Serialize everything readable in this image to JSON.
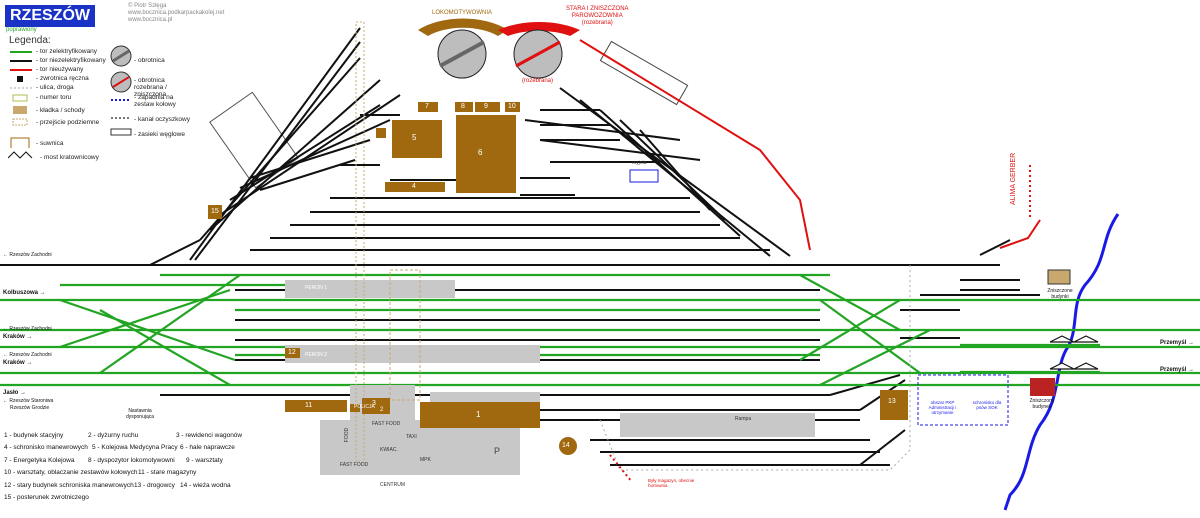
{
  "header": {
    "city": "RZESZÓW",
    "status": "poprawiony",
    "copyright_1": "© Piotr Szłęga",
    "copyright_2": "www.bocznica.podkarpackakolej.net",
    "copyright_3": "www.bocznica.pl"
  },
  "legend": {
    "title": "Legenda:",
    "items": [
      "- tor zelektryfikowany",
      "- tor niezelektryfikowany",
      "- tor nieużywany",
      "- zwrotnica ręczna",
      "- ulica, droga",
      "- numer toru",
      "- kładka / schody",
      "- przejście podziemne",
      "- suwnica",
      "- most kratownicowy",
      "- obrotnica",
      "- obrotnica rozebrana / zniszczona",
      "- zapadnia na zestaw kołowy",
      "- kanał oczyszkowy",
      "- zasieki węglowe"
    ]
  },
  "top_labels": {
    "lokomotywownia": "LOKOMOTYWOWNIA",
    "stara_1": "STARA I ZNISZCZONA",
    "stara_2": "PAROWOZOWNIA",
    "stara_3": "(rozebrana)",
    "rozebrana": "(rozebrana)",
    "alima": "ALIMA GERBER",
    "mydlnia": "myjnia"
  },
  "directions": {
    "rz_zach_1": "← Rzeszów Zachodni",
    "kolbuszowa": "Kolbuszowa →",
    "rz_zach_2": "← Rzeszów Zachodni",
    "krakow_1": "Kraków →",
    "rz_zach_3": "← Rzeszów Zachodni",
    "krakow_2": "Kraków →",
    "jaslo": "Jasło →",
    "staroniwa_1": "← Rzeszów Staroniwa",
    "staroniwa_2": "Rzeszów Grodzie",
    "przemysl_1": "Przemyśl →",
    "przemysl_2": "Przemyśl →",
    "nastawnia": "Nastawnia dysponująca",
    "zniszczone_1": "Zniszczone budynki",
    "zniszczone_2": "Zniszczony budynek"
  },
  "places": {
    "peron1": "PERON 1",
    "peron2": "PERON 2",
    "policja": "POLICJA",
    "fast_food_1": "FAST FOOD",
    "fast_food_2": "FAST FOOD",
    "taxi": "TAXI",
    "kwiaciarnia": "KWIAC.",
    "food": "FOOD",
    "mpk": "MPK",
    "parking": "P",
    "centrum": "CENTRUM",
    "rampa": "Rampa",
    "pkp_sklad": "obszar PKP Administracji i utrzymanie",
    "sok": "schronisko dla psów SOK",
    "byly_mag": "Były magazyn, obecnie hurtownia"
  },
  "buildings": {
    "b1": "1",
    "b2": "2",
    "b3": "3",
    "b4": "4",
    "b5": "5",
    "b6": "6",
    "b7": "7",
    "b8": "8",
    "b9": "9",
    "b10": "10",
    "b11": "11",
    "b12": "12",
    "b13": "13",
    "b14": "14",
    "b15": "15"
  },
  "key": {
    "k1": "1 - budynek stacyjny",
    "k2": "2 - dyżurny ruchu",
    "k3": "3 - rewidenci wagonów",
    "k4": "4 - schronisko manewrowych",
    "k5": "5 - Kolejowa Medycyna Pracy",
    "k6": "6 - hale naprawcze",
    "k7": "7 - Energetyka Kolejowa",
    "k8": "8 - dyspozytor lokomotywowni",
    "k9": "9 - warsztaty",
    "k10": "10 - warsztaty, oblaczanie zestawów kołowych",
    "k11": "11 - stare magazyny",
    "k12": "12 - stary budynek schroniska manewrowych",
    "k13": "13 - drogowcy",
    "k14": "14 - wieża wodna",
    "k15": "15 - posterunek zwrotniczego"
  },
  "colors": {
    "electrified": "#22a522",
    "non_electrified": "#111111",
    "unused": "#e01010",
    "building": "#a0680f",
    "platform": "#c8c8c8",
    "river": "#1a1ae6",
    "title_bg": "#1a33c6"
  }
}
